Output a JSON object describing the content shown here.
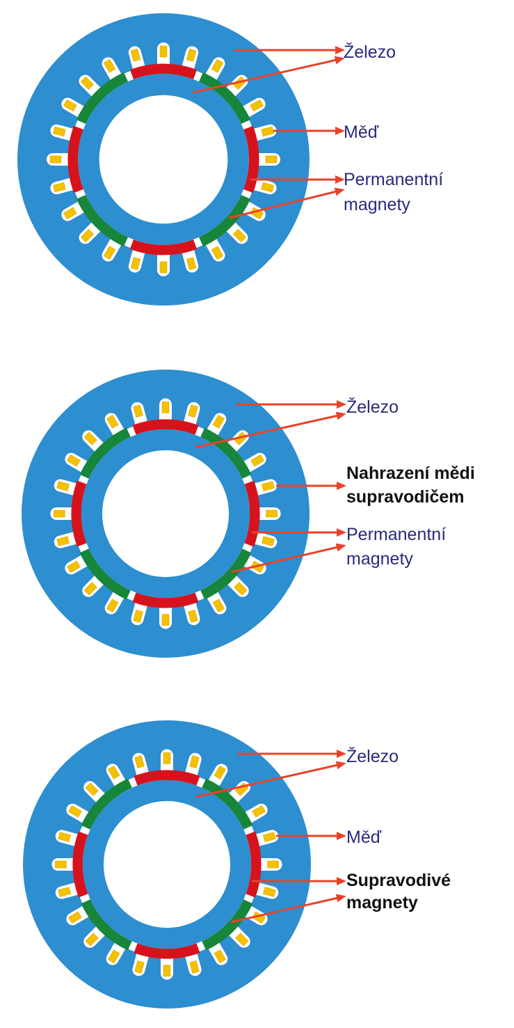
{
  "colors": {
    "iron": "#2d8ed0",
    "copper": "#f2c200",
    "magnet_red": "#d6131c",
    "magnet_green": "#17853a",
    "arrow": "#e8432a",
    "label_text": "#2a2a7a",
    "highlight_text": "#111111",
    "background": "#ffffff"
  },
  "diagrams": [
    {
      "labels": {
        "iron": "Železo",
        "winding": "Měď",
        "magnets": [
          "Permanentní",
          "magnety"
        ]
      },
      "winding_style": "normal",
      "magnets_style": "normal"
    },
    {
      "labels": {
        "iron": "Železo",
        "winding": [
          "Nahrazení mědi",
          "supravodičem"
        ],
        "magnets": [
          "Permanentní",
          "magnety"
        ]
      },
      "winding_style": "bold",
      "magnets_style": "normal"
    },
    {
      "labels": {
        "iron": "Železo",
        "winding": "Měď",
        "magnets": [
          "Supravodivé",
          "magnety"
        ]
      },
      "winding_style": "normal",
      "magnets_style": "bold"
    }
  ]
}
